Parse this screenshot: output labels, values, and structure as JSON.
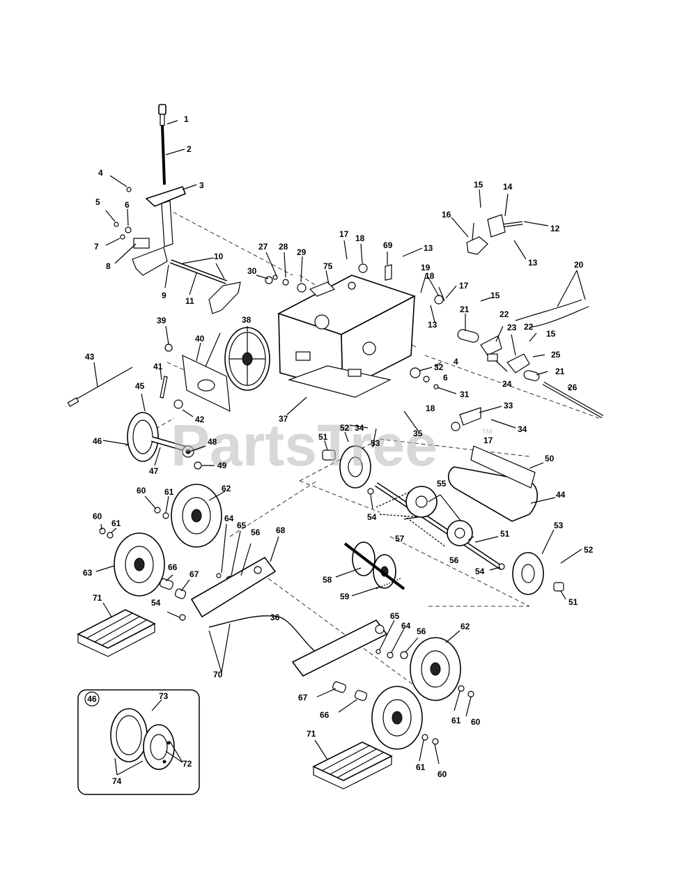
{
  "watermark": {
    "text": "PartsTree",
    "trademark": "™"
  },
  "inset": {
    "badge": "46"
  },
  "callouts": [
    {
      "id": "c1",
      "text": "1"
    },
    {
      "id": "c2",
      "text": "2"
    },
    {
      "id": "c3",
      "text": "3"
    },
    {
      "id": "c4a",
      "text": "4"
    },
    {
      "id": "c5",
      "text": "5"
    },
    {
      "id": "c6a",
      "text": "6"
    },
    {
      "id": "c7",
      "text": "7"
    },
    {
      "id": "c8",
      "text": "8"
    },
    {
      "id": "c9",
      "text": "9"
    },
    {
      "id": "c10",
      "text": "10"
    },
    {
      "id": "c11",
      "text": "11"
    },
    {
      "id": "c12",
      "text": "12"
    },
    {
      "id": "c13a",
      "text": "13"
    },
    {
      "id": "c13b",
      "text": "13"
    },
    {
      "id": "c13c",
      "text": "13"
    },
    {
      "id": "c14",
      "text": "14"
    },
    {
      "id": "c15a",
      "text": "15"
    },
    {
      "id": "c15b",
      "text": "15"
    },
    {
      "id": "c15c",
      "text": "15"
    },
    {
      "id": "c16",
      "text": "16"
    },
    {
      "id": "c17a",
      "text": "17"
    },
    {
      "id": "c17b",
      "text": "17"
    },
    {
      "id": "c17c",
      "text": "17"
    },
    {
      "id": "c18a",
      "text": "18"
    },
    {
      "id": "c18b",
      "text": "18"
    },
    {
      "id": "c18c",
      "text": "18"
    },
    {
      "id": "c19",
      "text": "19"
    },
    {
      "id": "c20",
      "text": "20"
    },
    {
      "id": "c21a",
      "text": "21"
    },
    {
      "id": "c21b",
      "text": "21"
    },
    {
      "id": "c22a",
      "text": "22"
    },
    {
      "id": "c22b",
      "text": "22"
    },
    {
      "id": "c23",
      "text": "23"
    },
    {
      "id": "c24",
      "text": "24"
    },
    {
      "id": "c25",
      "text": "25"
    },
    {
      "id": "c26",
      "text": "26"
    },
    {
      "id": "c27",
      "text": "27"
    },
    {
      "id": "c28",
      "text": "28"
    },
    {
      "id": "c29",
      "text": "29"
    },
    {
      "id": "c30",
      "text": "30"
    },
    {
      "id": "c31",
      "text": "31"
    },
    {
      "id": "c32",
      "text": "32"
    },
    {
      "id": "c33",
      "text": "33"
    },
    {
      "id": "c34a",
      "text": "34"
    },
    {
      "id": "c34b",
      "text": "34"
    },
    {
      "id": "c35",
      "text": "35"
    },
    {
      "id": "c36",
      "text": "36"
    },
    {
      "id": "c37",
      "text": "37"
    },
    {
      "id": "c38",
      "text": "38"
    },
    {
      "id": "c39",
      "text": "39"
    },
    {
      "id": "c40",
      "text": "40"
    },
    {
      "id": "c41",
      "text": "41"
    },
    {
      "id": "c42",
      "text": "42"
    },
    {
      "id": "c43",
      "text": "43"
    },
    {
      "id": "c44",
      "text": "44"
    },
    {
      "id": "c45",
      "text": "45"
    },
    {
      "id": "c46",
      "text": "46"
    },
    {
      "id": "c47",
      "text": "47"
    },
    {
      "id": "c48",
      "text": "48"
    },
    {
      "id": "c49",
      "text": "49"
    },
    {
      "id": "c4b",
      "text": "4"
    },
    {
      "id": "c6b",
      "text": "6"
    },
    {
      "id": "c50",
      "text": "50"
    },
    {
      "id": "c51a",
      "text": "51"
    },
    {
      "id": "c51b",
      "text": "51"
    },
    {
      "id": "c51c",
      "text": "51"
    },
    {
      "id": "c52a",
      "text": "52"
    },
    {
      "id": "c52b",
      "text": "52"
    },
    {
      "id": "c53a",
      "text": "53"
    },
    {
      "id": "c53b",
      "text": "53"
    },
    {
      "id": "c54a",
      "text": "54"
    },
    {
      "id": "c54b",
      "text": "54"
    },
    {
      "id": "c54c",
      "text": "54"
    },
    {
      "id": "c55",
      "text": "55"
    },
    {
      "id": "c56a",
      "text": "56"
    },
    {
      "id": "c56b",
      "text": "56"
    },
    {
      "id": "c56c",
      "text": "56"
    },
    {
      "id": "c57",
      "text": "57"
    },
    {
      "id": "c58",
      "text": "58"
    },
    {
      "id": "c59",
      "text": "59"
    },
    {
      "id": "c60a",
      "text": "60"
    },
    {
      "id": "c60b",
      "text": "60"
    },
    {
      "id": "c60c",
      "text": "60"
    },
    {
      "id": "c60d",
      "text": "60"
    },
    {
      "id": "c61a",
      "text": "61"
    },
    {
      "id": "c61b",
      "text": "61"
    },
    {
      "id": "c61c",
      "text": "61"
    },
    {
      "id": "c61d",
      "text": "61"
    },
    {
      "id": "c62a",
      "text": "62"
    },
    {
      "id": "c62b",
      "text": "62"
    },
    {
      "id": "c63",
      "text": "63"
    },
    {
      "id": "c64a",
      "text": "64"
    },
    {
      "id": "c64b",
      "text": "64"
    },
    {
      "id": "c65a",
      "text": "65"
    },
    {
      "id": "c65b",
      "text": "65"
    },
    {
      "id": "c66a",
      "text": "66"
    },
    {
      "id": "c66b",
      "text": "66"
    },
    {
      "id": "c67a",
      "text": "67"
    },
    {
      "id": "c67b",
      "text": "67"
    },
    {
      "id": "c68",
      "text": "68"
    },
    {
      "id": "c69",
      "text": "69"
    },
    {
      "id": "c70",
      "text": "70"
    },
    {
      "id": "c71a",
      "text": "71"
    },
    {
      "id": "c71b",
      "text": "71"
    },
    {
      "id": "c72",
      "text": "72"
    },
    {
      "id": "c73",
      "text": "73"
    },
    {
      "id": "c74",
      "text": "74"
    },
    {
      "id": "c75",
      "text": "75"
    }
  ]
}
